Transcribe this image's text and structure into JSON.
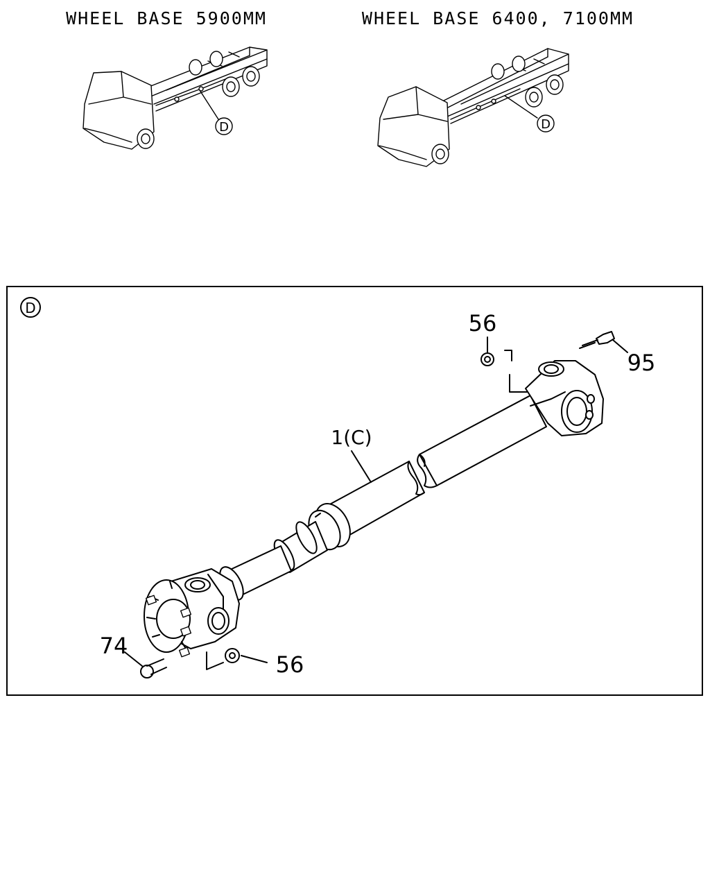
{
  "top_views": {
    "left_title": "WHEEL BASE 5900MM",
    "right_title": "WHEEL BASE 6400, 7100MM",
    "left_callout": "D",
    "right_callout": "D"
  },
  "detail": {
    "view_marker": "D",
    "callouts": {
      "shaft": "1(C)",
      "nut_upper": "56",
      "bolt_upper": "95",
      "bolt_lower": "74",
      "nut_lower": "56"
    }
  }
}
